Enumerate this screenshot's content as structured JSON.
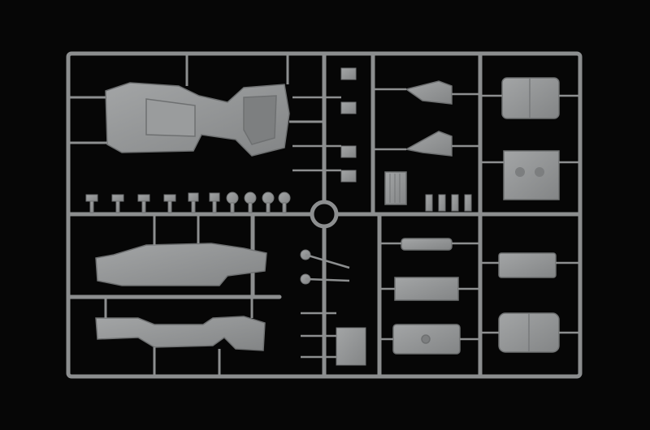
{
  "image": {
    "background_color": "#060606",
    "plastic_color": "#8f9192",
    "plastic_shadow": "#6e7071",
    "plastic_highlight": "#a9abac"
  },
  "parts": {
    "chassis_frame": "chassis-frame",
    "grille": "radiator-grille",
    "engine_block": "engine-block",
    "seats": "seat-cushion",
    "side_panels": "body-side-panel",
    "fenders": "fender",
    "dashboard": "dashboard",
    "small_parts": "small-knobs"
  }
}
